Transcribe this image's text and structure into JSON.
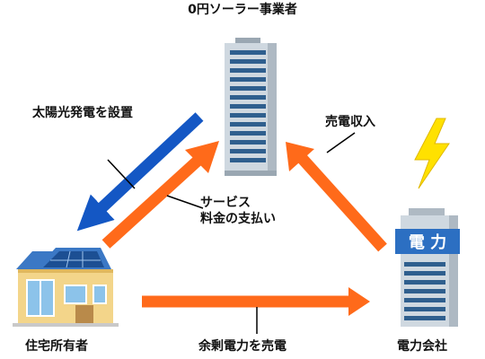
{
  "nodes": {
    "provider": "0円ソーラー事業者",
    "resident": "住宅所有者",
    "utility": "電力会社",
    "utility_sign": "電 力"
  },
  "flows": {
    "install": "太陽光発電を設置",
    "sell": "売電収入",
    "fee_line1": "サービス",
    "fee_line2": "料金の支払い",
    "surplus": "余剰電力を売電"
  },
  "colors": {
    "install_arrow": "#1457c4",
    "money_arrow": "#ff6a1a",
    "building_body": "#cfd8e0",
    "building_window": "#2f5f8e",
    "utility_sign": "#2c6fc2",
    "bolt": "#ffe100",
    "roof": "#3b78c5",
    "panel": "#1c4f93",
    "house_wall": "#f3d58a"
  },
  "icons": {
    "provider": "office-building-icon",
    "resident": "solar-house-icon",
    "utility": "utility-building-icon",
    "bolt": "lightning-bolt-icon"
  }
}
